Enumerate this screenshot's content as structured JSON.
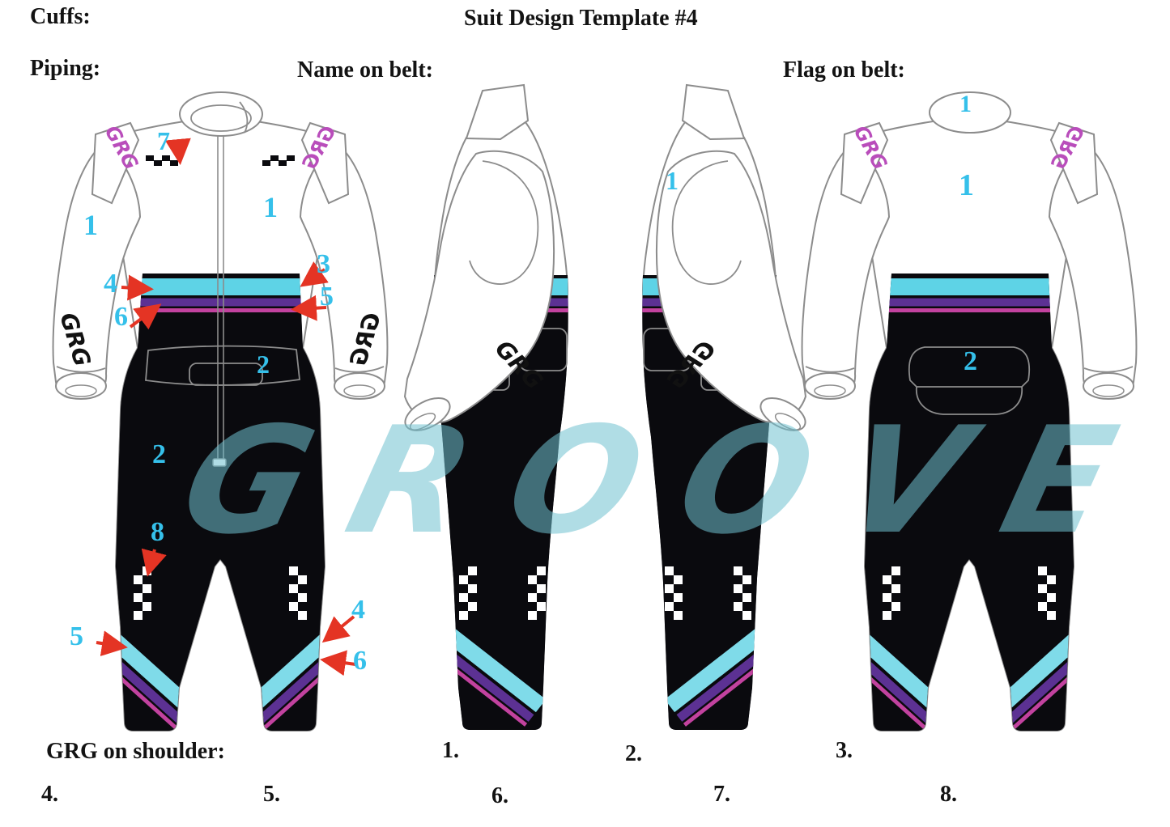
{
  "title": "Suit Design Template #4",
  "labels": {
    "cuffs": "Cuffs:",
    "piping": "Piping:",
    "name_on_belt": "Name on belt:",
    "flag_on_belt": "Flag on belt:",
    "grg_on_shoulder": "GRG on shoulder:"
  },
  "numbered_items": [
    "1.",
    "2.",
    "3.",
    "4.",
    "5.",
    "6.",
    "7.",
    "8."
  ],
  "callouts": [
    "7",
    "1",
    "1",
    "3",
    "4",
    "5",
    "6",
    "2",
    "2",
    "8",
    "5",
    "4",
    "6",
    "1",
    "1",
    "1",
    "2"
  ],
  "logo": {
    "text": "GRG"
  },
  "watermark": {
    "text": "GROOVE"
  },
  "colors": {
    "stripe_cyan": "#5ed3e6",
    "stripe_purple": "#5c3193",
    "stripe_magenta": "#c2429f",
    "callout_cyan": "#35c0ea",
    "arrow_red": "#e43424",
    "logo_magenta": "#b94dbb",
    "suit_black": "#0a0a0e",
    "outline_gray": "#8c8c8c",
    "watermark_blue": "#6fc1cf"
  }
}
